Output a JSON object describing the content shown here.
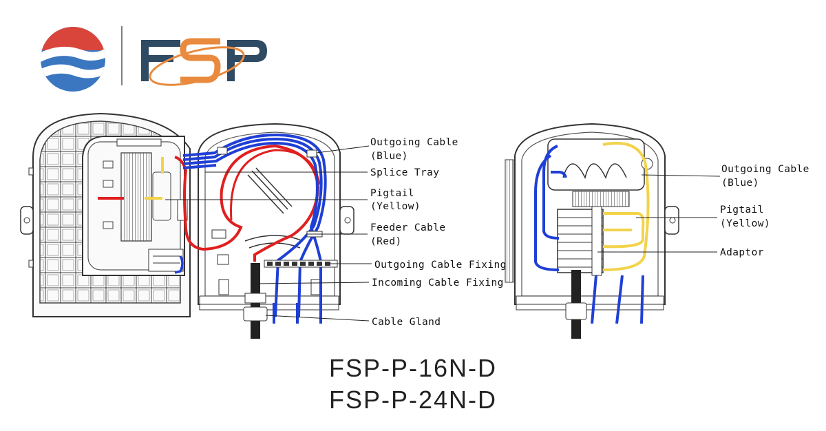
{
  "brand": {
    "text": "FSP",
    "colors": {
      "navy": "#2f4a63",
      "orange": "#e98a3e",
      "red": "#d9453a",
      "blue": "#3b77c0"
    }
  },
  "colors": {
    "outgoing": "#1f3fd6",
    "feeder": "#e02020",
    "pigtail": "#f2d34a",
    "outline": "#333333"
  },
  "left_callouts": [
    {
      "text": "Outgoing Cable"
    },
    {
      "text": "(Blue)"
    },
    {
      "text": "Splice Tray"
    },
    {
      "text": "Pigtail"
    },
    {
      "text": "(Yellow)"
    },
    {
      "text": "Feeder Cable"
    },
    {
      "text": "(Red)"
    },
    {
      "text": "Outgoing Cable Fixing"
    },
    {
      "text": "Incoming Cable Fixing"
    },
    {
      "text": "Cable Gland"
    }
  ],
  "right_callouts": [
    {
      "text": "Outgoing Cable"
    },
    {
      "text": "(Blue)"
    },
    {
      "text": "Pigtail"
    },
    {
      "text": "(Yellow)"
    },
    {
      "text": "Adaptor"
    }
  ],
  "models": [
    "FSP-P-16N-D",
    "FSP-P-24N-D"
  ]
}
